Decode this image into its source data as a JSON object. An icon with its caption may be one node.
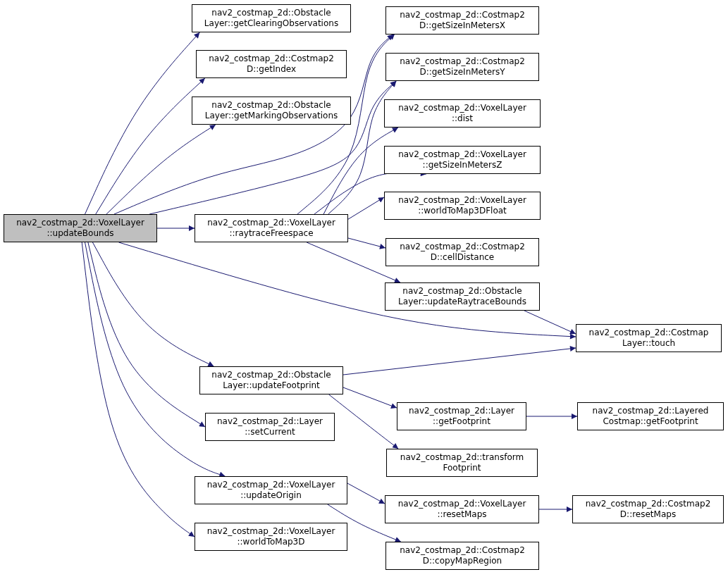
{
  "diagram": {
    "nodes": [
      {
        "text": [
          "nav2_costmap_2d::VoxelLayer ::updateBounds"
        ]
      },
      {
        "text": [
          "nav2_costmap_2d::Obstacle Layer::getClearingObservations"
        ]
      },
      {
        "text": [
          "nav2_costmap_2d::Costmap2 D::getIndex"
        ]
      },
      {
        "text": [
          "nav2_costmap_2d::Obstacle Layer::getMarkingObservations"
        ]
      },
      {
        "text": [
          "nav2_costmap_2d::VoxelLayer ::raytraceFreespace"
        ]
      },
      {
        "text": [
          "nav2_costmap_2d::Costmap2 D::getSizeInMetersX"
        ]
      },
      {
        "text": [
          "nav2_costmap_2d::Costmap2 D::getSizeInMetersY"
        ]
      },
      {
        "text": [
          "nav2_costmap_2d::VoxelLayer ::dist"
        ]
      },
      {
        "text": [
          "nav2_costmap_2d::VoxelLayer ::getSizeInMetersZ"
        ]
      },
      {
        "text": [
          "nav2_costmap_2d::VoxelLayer ::worldToMap3DFloat"
        ]
      },
      {
        "text": [
          "nav2_costmap_2d::Costmap2 D::cellDistance"
        ]
      },
      {
        "text": [
          "nav2_costmap_2d::Obstacle Layer::updateRaytraceBounds"
        ]
      },
      {
        "text": [
          "nav2_costmap_2d::Costmap Layer::touch"
        ]
      },
      {
        "text": [
          "nav2_costmap_2d::Obstacle Layer::updateFootprint"
        ]
      },
      {
        "text": [
          "nav2_costmap_2d::Layer ::getFootprint"
        ]
      },
      {
        "text": [
          "nav2_costmap_2d::Layered Costmap::getFootprint"
        ]
      },
      {
        "text": [
          "nav2_costmap_2d::Layer ::setCurrent"
        ]
      },
      {
        "text": [
          "nav2_costmap_2d::transform Footprint"
        ]
      },
      {
        "text": [
          "nav2_costmap_2d::VoxelLayer ::updateOrigin"
        ]
      },
      {
        "text": [
          "nav2_costmap_2d::VoxelLayer ::resetMaps"
        ]
      },
      {
        "text": [
          "nav2_costmap_2d::Costmap2 D::resetMaps"
        ]
      },
      {
        "text": [
          "nav2_costmap_2d::VoxelLayer ::worldToMap3D"
        ]
      },
      {
        "text": [
          "nav2_costmap_2d::Costmap2 D::copyMapRegion"
        ]
      }
    ],
    "edges": [
      {
        "from": 0,
        "to": 1,
        "arrow": "to"
      },
      {
        "from": 0,
        "to": 2,
        "arrow": "to"
      },
      {
        "from": 0,
        "to": 3,
        "arrow": "to"
      },
      {
        "from": 0,
        "to": 5,
        "arrow": "to"
      },
      {
        "from": 0,
        "to": 6,
        "arrow": "to"
      },
      {
        "from": 0,
        "to": 4,
        "arrow": "to"
      },
      {
        "from": 0,
        "to": 12,
        "arrow": "to"
      },
      {
        "from": 0,
        "to": 13,
        "arrow": "to"
      },
      {
        "from": 0,
        "to": 16,
        "arrow": "to"
      },
      {
        "from": 0,
        "to": 18,
        "arrow": "to"
      },
      {
        "from": 0,
        "to": 21,
        "arrow": "to"
      },
      {
        "from": 4,
        "to": 5,
        "arrow": "to"
      },
      {
        "from": 4,
        "to": 6,
        "arrow": "to"
      },
      {
        "from": 4,
        "to": 7,
        "arrow": "to"
      },
      {
        "from": 4,
        "to": 8,
        "arrow": "to"
      },
      {
        "from": 4,
        "to": 9,
        "arrow": "to"
      },
      {
        "from": 4,
        "to": 10,
        "arrow": "to"
      },
      {
        "from": 4,
        "to": 11,
        "arrow": "to"
      },
      {
        "from": 11,
        "to": 12,
        "arrow": "to"
      },
      {
        "from": 13,
        "to": 12,
        "arrow": "to"
      },
      {
        "from": 13,
        "to": 14,
        "arrow": "to"
      },
      {
        "from": 13,
        "to": 17,
        "arrow": "to"
      },
      {
        "from": 14,
        "to": 15,
        "arrow": "to"
      },
      {
        "from": 18,
        "to": 19,
        "arrow": "to"
      },
      {
        "from": 18,
        "to": 22,
        "arrow": "to"
      },
      {
        "from": 19,
        "to": 20,
        "arrow": "to"
      }
    ]
  }
}
